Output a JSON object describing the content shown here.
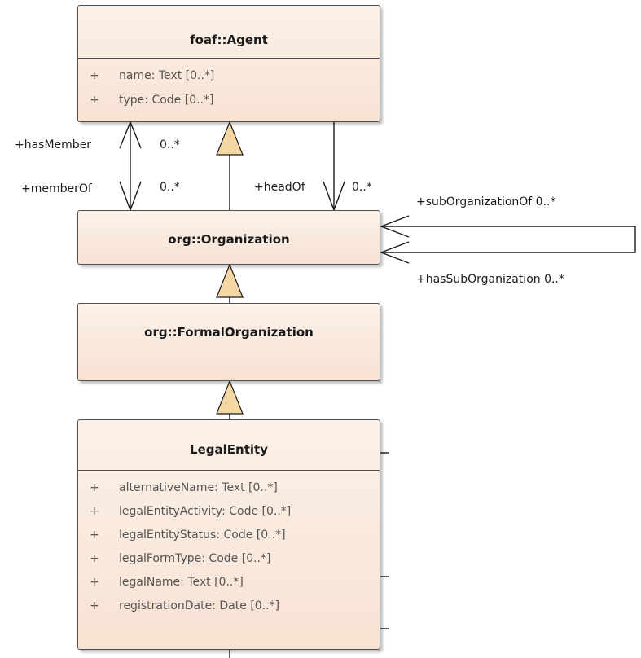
{
  "classes": {
    "agent": {
      "name": "foaf::Agent",
      "attributes": [
        {
          "visibility": "+",
          "text": "name: Text [0..*]"
        },
        {
          "visibility": "+",
          "text": "type: Code [0..*]"
        }
      ]
    },
    "organization": {
      "name": "org::Organization"
    },
    "formal_organization": {
      "name": "org::FormalOrganization"
    },
    "legal_entity": {
      "name": "LegalEntity",
      "attributes": [
        {
          "visibility": "+",
          "text": "alternativeName: Text [0..*]"
        },
        {
          "visibility": "+",
          "text": "legalEntityActivity: Code [0..*]"
        },
        {
          "visibility": "+",
          "text": "legalEntityStatus: Code [0..*]"
        },
        {
          "visibility": "+",
          "text": "legalFormType: Code [0..*]"
        },
        {
          "visibility": "+",
          "text": "legalName: Text [0..*]"
        },
        {
          "visibility": "+",
          "text": "registrationDate: Date [0..*]"
        }
      ]
    }
  },
  "associations": {
    "has_member": {
      "role": "+hasMember",
      "multiplicity": "0..*"
    },
    "member_of": {
      "role": "+memberOf",
      "multiplicity": "0..*"
    },
    "head_of": {
      "role": "+headOf",
      "multiplicity": "0..*"
    },
    "sub_organization_of": {
      "label": "+subOrganizationOf 0..*"
    },
    "has_sub_organization": {
      "label": "+hasSubOrganization 0..*"
    }
  },
  "colors": {
    "class_fill_top": "#fcf1e8",
    "class_fill_bottom": "#f7e2d3",
    "generalization_fill": "#f5d7a3",
    "line": "#1a1a1a"
  }
}
